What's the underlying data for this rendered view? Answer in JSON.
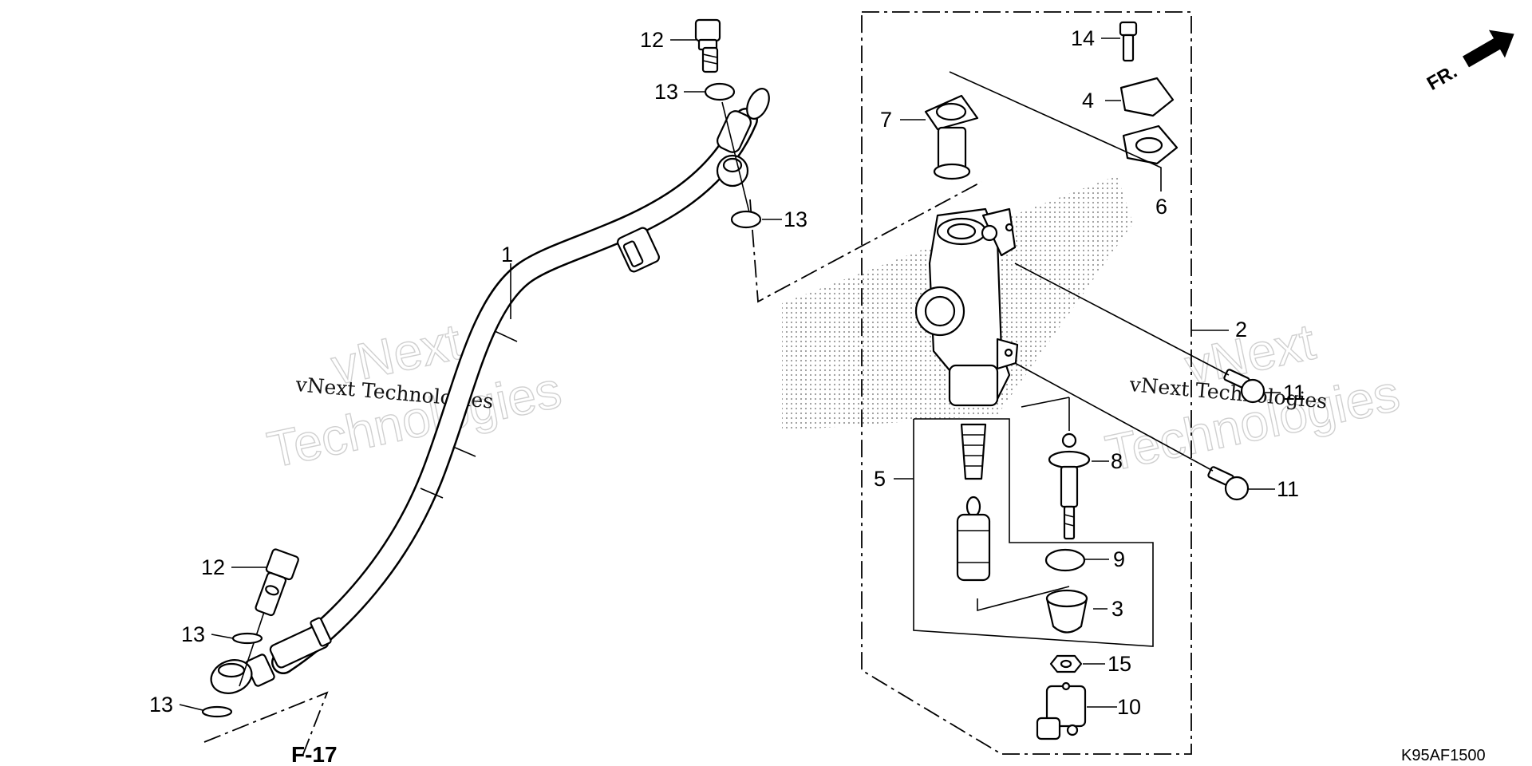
{
  "diagram": {
    "code": "K95AF1500",
    "ref_label": "F-17",
    "front_label": "FR.",
    "watermark": {
      "big_line1": "vNext",
      "big_line2": "Technologies",
      "small": "vNext Technologies"
    },
    "callouts": {
      "c1": "1",
      "c2": "2",
      "c3": "3",
      "c4": "4",
      "c5": "5",
      "c6": "6",
      "c7": "7",
      "c8": "8",
      "c9": "9",
      "c10": "10",
      "c11a": "11",
      "c11b": "11",
      "c12a": "12",
      "c12b": "12",
      "c13a": "13",
      "c13b": "13",
      "c13c": "13",
      "c13d": "13",
      "c14": "14",
      "c15": "15"
    }
  }
}
